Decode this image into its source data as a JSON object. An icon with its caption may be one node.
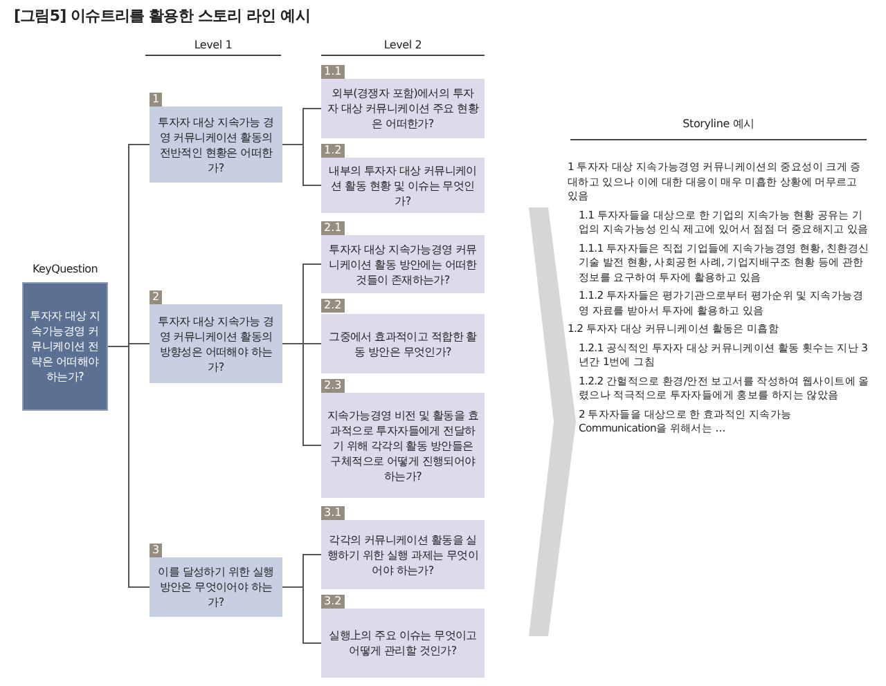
{
  "diagram": {
    "title": "[그림5] 이슈트리를 활용한 스토리 라인 예시",
    "nodes": [
      {
        "text": [
          "KeyQuestion",
          "투자자 대상 지속가능경영 커뮤니케이션 전략은 어떠해야 하는가?"
        ]
      },
      {
        "text": [
          "1",
          "투자자 대상 지속가능 경영 커뮤니케이션 활동의 전반적인 현황은 어떠한가?"
        ]
      },
      {
        "text": [
          "1.1",
          "외부(경쟁자 포함)에서의 투자자 대상 커뮤니케이션 주요 현황은 어떠한가?"
        ]
      },
      {
        "text": [
          "1.2",
          "내부의 투자자 대상 커뮤니케이션 활동 현황 및 이슈는 무엇인가?"
        ]
      },
      {
        "text": [
          "2",
          "투자자 대상 지속가능 경영 커뮤니케이션 활동의 방향성은 어떠해야 하는가?"
        ]
      },
      {
        "text": [
          "2.1",
          "투자자 대상 지속가능경영 커뮤니케이션 활동 방안에는 어떠한 것들이 존재하는가?"
        ]
      },
      {
        "text": [
          "2.2",
          "그중에서 효과적이고 적합한 활동 방안은 무엇인가?"
        ]
      },
      {
        "text": [
          "2.3",
          "지속가능경영 비전 및 활동을 효과적으로 투자자들에게 전달하기 위해 각각의 활동 방안들은 구체적으로 어떻게 진행되어야 하는가?"
        ]
      },
      {
        "text": [
          "3",
          "이를 달성하기 위한 실행 방안은 무엇이어야 하는가?"
        ]
      },
      {
        "text": [
          "3.1",
          "각각의 커뮤니케이션 활동을 실행하기 위한 실행 과제는 무엇이어야 하는가?"
        ]
      },
      {
        "text": [
          "3.2",
          "실행上의 주요 이슈는 무엇이고 어떻게 관리할 것인가?"
        ]
      }
    ],
    "edges": [
      {
        "from": 0,
        "to": 1,
        "arrow": "none"
      },
      {
        "from": 0,
        "to": 4,
        "arrow": "none"
      },
      {
        "from": 0,
        "to": 8,
        "arrow": "none"
      },
      {
        "from": 1,
        "to": 2,
        "arrow": "none"
      },
      {
        "from": 1,
        "to": 3,
        "arrow": "none"
      },
      {
        "from": 4,
        "to": 5,
        "arrow": "none"
      },
      {
        "from": 4,
        "to": 6,
        "arrow": "none"
      },
      {
        "from": 4,
        "to": 7,
        "arrow": "none"
      },
      {
        "from": 8,
        "to": 9,
        "arrow": "none"
      },
      {
        "from": 8,
        "to": 10,
        "arrow": "none"
      }
    ],
    "labels": [
      "Level 1",
      "Level 2",
      "Storyline 예시",
      "1 투자자 대상 지속가능경영 커뮤니케이션의 중요성이 크게 증대하고 있으나 이에 대한 대응이 매우 미흡한 상황에 머무르고 있음",
      "1.1 투자자들을 대상으로 한 기업의 지속가능 현황 공유는 기업의 지속가능성 인식 제고에 있어서 점점 더 중요해지고 있음",
      "1.1.1 투자자들은 직접 기업들에 지속가능경영 현황, 친환경신기술 발전 현황, 사회공헌 사례, 기업지배구조 현황 등에 관한 정보를 요구하여 투자에 활용하고 있음",
      "1.1.2 투자자들은 평가기관으로부터 평가순위 및 지속가능경영 자료를 받아서 투자에 활용하고 있음",
      "1.2 투자자 대상 커뮤니케이션 활동은 미흡함",
      "1.2.1 공식적인 투자자 대상 커뮤니케이션 활동 횟수는 지난 3년간 1번에 그침",
      "1.2.2 간헐적으로 환경/안전 보고서를 작성하여 웹사이트에 올렸으나 적극적으로 투자자들에게 홍보를 하지는 않았음",
      "2 투자자들을 대상으로 한 효과적인 지속가능 Communication을 위해서는 …"
    ]
  }
}
